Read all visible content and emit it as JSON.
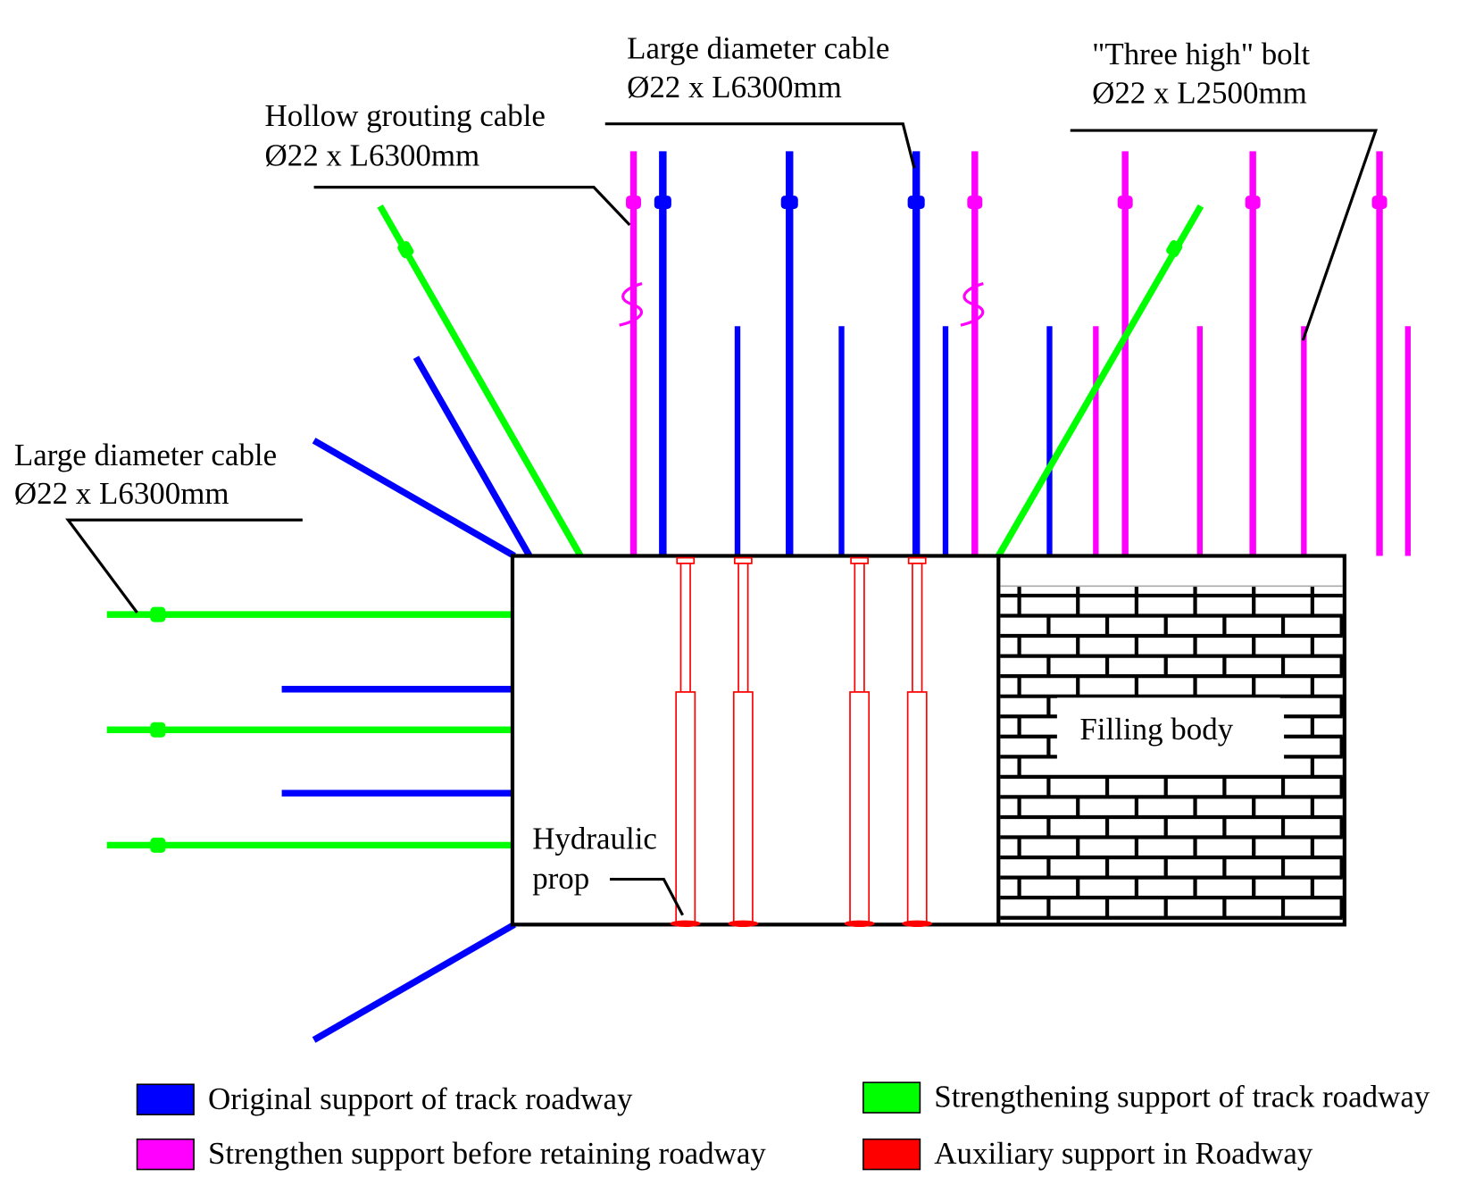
{
  "colors": {
    "original": "#0000ff",
    "strengthening": "#00ff00",
    "before_retaining": "#ff00ff",
    "auxiliary": "#ff0000",
    "outline": "#000000"
  },
  "labels": {
    "hollow_cable": {
      "line1": "Hollow grouting cable",
      "line2": "Ø22 x L6300mm"
    },
    "large_cable_top": {
      "line1": "Large diameter cable",
      "line2": "Ø22 x L6300mm"
    },
    "three_high_bolt": {
      "line1": "\"Three high\" bolt",
      "line2": "Ø22 x L2500mm"
    },
    "large_cable_left": {
      "line1": "Large diameter cable",
      "line2": "Ø22 x L6300mm"
    },
    "hydraulic_prop": {
      "line1": "Hydraulic",
      "line2": "prop"
    },
    "filling_body": "Filling body"
  },
  "legend": [
    {
      "label": "Original support of track roadway",
      "color_key": "original"
    },
    {
      "label": "Strengthening support of track roadway",
      "color_key": "strengthening"
    },
    {
      "label": "Strengthen support before retaining roadway",
      "color_key": "before_retaining"
    },
    {
      "label": "Auxiliary support in Roadway",
      "color_key": "auxiliary"
    }
  ]
}
